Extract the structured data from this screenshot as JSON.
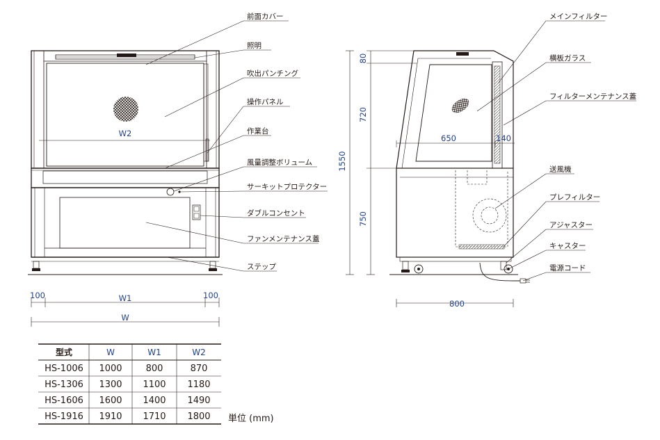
{
  "front_labels": [
    "前面カバー",
    "照明",
    "吹出パンチング",
    "操作パネル",
    "作業台",
    "風量調整ボリューム",
    "サーキットプロテクター",
    "ダブルコンセント",
    "ファンメンテナンス蓋",
    "ステップ"
  ],
  "side_labels": [
    "メインフィルター",
    "横板ガラス",
    "フィルターメンテナンス蓋",
    "送風機",
    "プレフィルター",
    "アジャスター",
    "キャスター",
    "電源コード"
  ],
  "front_dims": {
    "w2": "W2",
    "left": "100",
    "w1": "W1",
    "right": "100",
    "w": "W"
  },
  "side_dims": {
    "total": "1550",
    "h_top": "80",
    "h_mid": "720",
    "h_bot": "750",
    "depth_top": "650",
    "depth_filter": "140",
    "depth_total": "800"
  },
  "colors": {
    "dimension_text": "#1f3f8c",
    "line": "#231815"
  },
  "table": {
    "headers": [
      "型式",
      "W",
      "W1",
      "W2"
    ],
    "rows": [
      [
        "HS-1006",
        "1000",
        "800",
        "870"
      ],
      [
        "HS-1306",
        "1300",
        "1100",
        "1180"
      ],
      [
        "HS-1606",
        "1600",
        "1400",
        "1490"
      ],
      [
        "HS-1916",
        "1910",
        "1710",
        "1800"
      ]
    ],
    "unit": "単位 (mm)"
  }
}
